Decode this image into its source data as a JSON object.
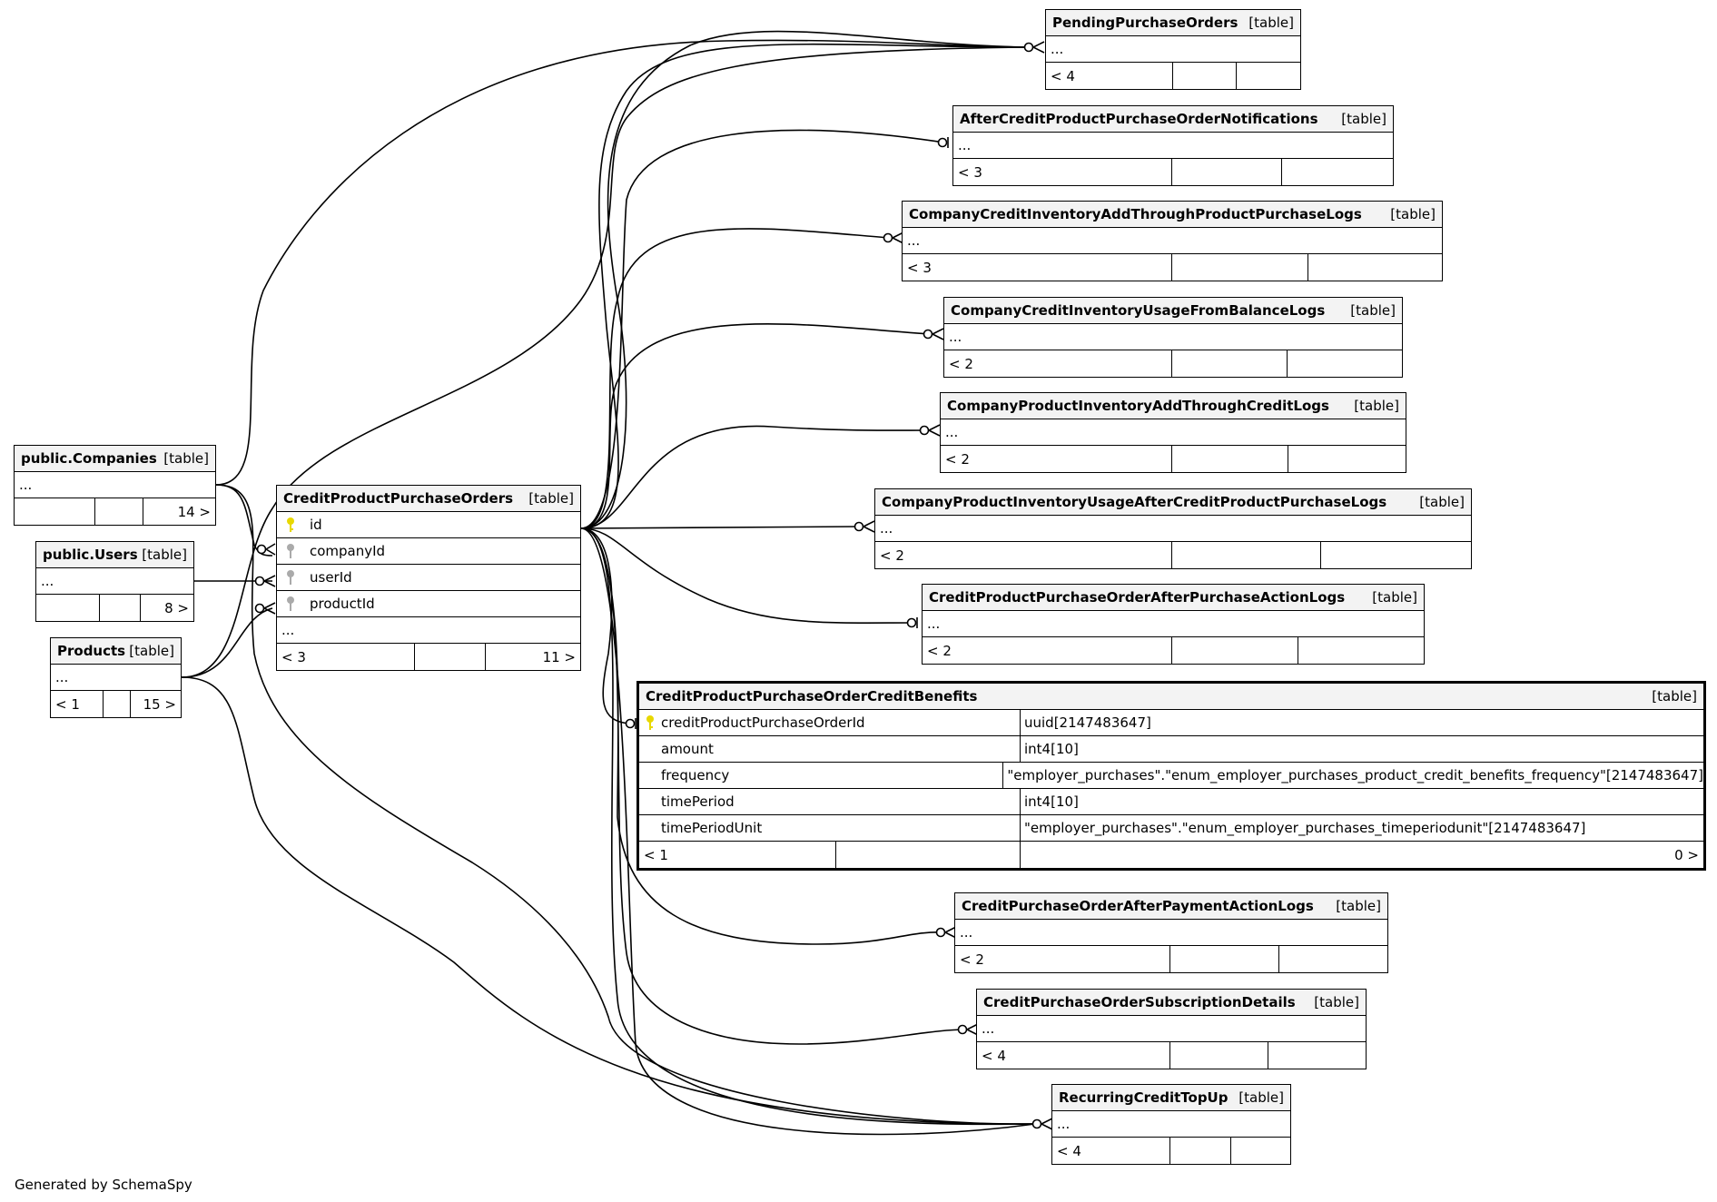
{
  "type_label": "[table]",
  "more_marker": "...",
  "footer_note": "Generated by SchemaSpy",
  "tables": {
    "pending": {
      "name": "PendingPurchaseOrders",
      "footer": [
        "< 4",
        "",
        ""
      ]
    },
    "after_credit": {
      "name": "AfterCreditProductPurchaseOrderNotifications",
      "footer": [
        "< 3",
        "",
        ""
      ]
    },
    "cci_add": {
      "name": "CompanyCreditInventoryAddThroughProductPurchaseLogs",
      "footer": [
        "< 3",
        "",
        ""
      ]
    },
    "cci_usage": {
      "name": "CompanyCreditInventoryUsageFromBalanceLogs",
      "footer": [
        "< 2",
        "",
        ""
      ]
    },
    "cpi_add": {
      "name": "CompanyProductInventoryAddThroughCreditLogs",
      "footer": [
        "< 2",
        "",
        ""
      ]
    },
    "cpi_usage": {
      "name": "CompanyProductInventoryUsageAfterCreditProductPurchaseLogs",
      "footer": [
        "< 2",
        "",
        ""
      ]
    },
    "cppo_action": {
      "name": "CreditProductPurchaseOrderAfterPurchaseActionLogs",
      "footer": [
        "< 2",
        "",
        ""
      ]
    },
    "cpo_payment": {
      "name": "CreditPurchaseOrderAfterPaymentActionLogs",
      "footer": [
        "< 2",
        "",
        ""
      ]
    },
    "cpo_sub": {
      "name": "CreditPurchaseOrderSubscriptionDetails",
      "footer": [
        "< 4",
        "",
        ""
      ]
    },
    "recurring": {
      "name": "RecurringCreditTopUp",
      "footer": [
        "< 4",
        "",
        ""
      ]
    },
    "companies": {
      "name": "public.Companies",
      "footer": [
        "",
        "",
        "14 >"
      ]
    },
    "users": {
      "name": "public.Users",
      "footer": [
        "",
        "",
        "8 >"
      ]
    },
    "products": {
      "name": "Products",
      "footer": [
        "< 1",
        "",
        "15 >"
      ]
    },
    "cppo": {
      "name": "CreditProductPurchaseOrders",
      "columns": [
        {
          "name": "id",
          "key": "primary"
        },
        {
          "name": "companyId",
          "key": "foreign"
        },
        {
          "name": "userId",
          "key": "foreign"
        },
        {
          "name": "productId",
          "key": "foreign"
        }
      ],
      "footer": [
        "< 3",
        "",
        "11 >"
      ]
    },
    "benefits": {
      "name": "CreditProductPurchaseOrderCreditBenefits",
      "columns": [
        {
          "name": "creditProductPurchaseOrderId",
          "type": "uuid[2147483647]",
          "key": "primary"
        },
        {
          "name": "amount",
          "type": "int4[10]",
          "key": ""
        },
        {
          "name": "frequency",
          "type": "\"employer_purchases\".\"enum_employer_purchases_product_credit_benefits_frequency\"[2147483647]",
          "key": ""
        },
        {
          "name": "timePeriod",
          "type": "int4[10]",
          "key": ""
        },
        {
          "name": "timePeriodUnit",
          "type": "\"employer_purchases\".\"enum_employer_purchases_timeperiodunit\"[2147483647]",
          "key": ""
        }
      ],
      "footer": [
        "< 1",
        "",
        "0 >"
      ]
    }
  },
  "colors": {
    "primary_key": "#e8d800",
    "foreign_key": "#aaaaaa",
    "header_bg": "#f3f3f3",
    "line": "#000000"
  }
}
